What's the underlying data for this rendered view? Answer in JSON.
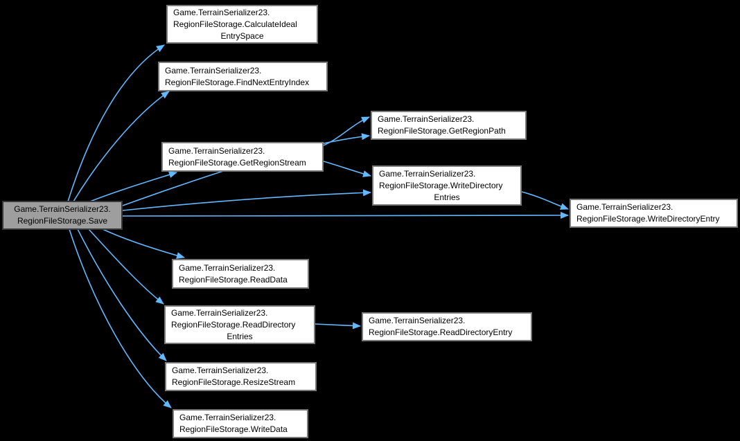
{
  "colors": {
    "background": "#000000",
    "edge": "#63b8ff",
    "node_fill": "#ffffff",
    "node_border": "#7a7a7a",
    "node_text": "#000000",
    "focus_fill": "#9e9e9e",
    "focus_border": "#383838"
  },
  "diagram": {
    "type": "call-graph",
    "focus_node": "Game.TerrainSerializer23.RegionFileStorage.Save"
  },
  "nodes": {
    "save": {
      "name": "Game.TerrainSerializer23.RegionFileStorage.Save",
      "lines": [
        "Game.TerrainSerializer23.",
        "RegionFileStorage.Save"
      ]
    },
    "calculate_ideal_entry_space": {
      "name": "Game.TerrainSerializer23.RegionFileStorage.CalculateIdealEntrySpace",
      "lines": [
        "Game.TerrainSerializer23.",
        "RegionFileStorage.CalculateIdeal",
        "EntrySpace"
      ]
    },
    "find_next_entry_index": {
      "name": "Game.TerrainSerializer23.RegionFileStorage.FindNextEntryIndex",
      "lines": [
        "Game.TerrainSerializer23.",
        "RegionFileStorage.FindNextEntryIndex"
      ]
    },
    "get_region_path": {
      "name": "Game.TerrainSerializer23.RegionFileStorage.GetRegionPath",
      "lines": [
        "Game.TerrainSerializer23.",
        "RegionFileStorage.GetRegionPath"
      ]
    },
    "get_region_stream": {
      "name": "Game.TerrainSerializer23.RegionFileStorage.GetRegionStream",
      "lines": [
        "Game.TerrainSerializer23.",
        "RegionFileStorage.GetRegionStream"
      ]
    },
    "write_directory_entries": {
      "name": "Game.TerrainSerializer23.RegionFileStorage.WriteDirectoryEntries",
      "lines": [
        "Game.TerrainSerializer23.",
        "RegionFileStorage.WriteDirectory",
        "Entries"
      ]
    },
    "write_directory_entry": {
      "name": "Game.TerrainSerializer23.RegionFileStorage.WriteDirectoryEntry",
      "lines": [
        "Game.TerrainSerializer23.",
        "RegionFileStorage.WriteDirectoryEntry"
      ]
    },
    "read_data": {
      "name": "Game.TerrainSerializer23.RegionFileStorage.ReadData",
      "lines": [
        "Game.TerrainSerializer23.",
        "RegionFileStorage.ReadData"
      ]
    },
    "read_directory_entries": {
      "name": "Game.TerrainSerializer23.RegionFileStorage.ReadDirectoryEntries",
      "lines": [
        "Game.TerrainSerializer23.",
        "RegionFileStorage.ReadDirectory",
        "Entries"
      ]
    },
    "read_directory_entry": {
      "name": "Game.TerrainSerializer23.RegionFileStorage.ReadDirectoryEntry",
      "lines": [
        "Game.TerrainSerializer23.",
        "RegionFileStorage.ReadDirectoryEntry"
      ]
    },
    "resize_stream": {
      "name": "Game.TerrainSerializer23.RegionFileStorage.ResizeStream",
      "lines": [
        "Game.TerrainSerializer23.",
        "RegionFileStorage.ResizeStream"
      ]
    },
    "write_data": {
      "name": "Game.TerrainSerializer23.RegionFileStorage.WriteData",
      "lines": [
        "Game.TerrainSerializer23.",
        "RegionFileStorage.WriteData"
      ]
    }
  },
  "edges": [
    {
      "from": "save",
      "to": "calculate_ideal_entry_space"
    },
    {
      "from": "save",
      "to": "find_next_entry_index"
    },
    {
      "from": "save",
      "to": "get_region_path"
    },
    {
      "from": "save",
      "to": "get_region_stream"
    },
    {
      "from": "save",
      "to": "write_directory_entries"
    },
    {
      "from": "save",
      "to": "write_directory_entry"
    },
    {
      "from": "save",
      "to": "read_data"
    },
    {
      "from": "save",
      "to": "read_directory_entries"
    },
    {
      "from": "save",
      "to": "resize_stream"
    },
    {
      "from": "save",
      "to": "write_data"
    },
    {
      "from": "get_region_stream",
      "to": "get_region_path"
    },
    {
      "from": "get_region_stream",
      "to": "write_directory_entries"
    },
    {
      "from": "write_directory_entries",
      "to": "write_directory_entry"
    },
    {
      "from": "read_directory_entries",
      "to": "read_directory_entry"
    }
  ]
}
